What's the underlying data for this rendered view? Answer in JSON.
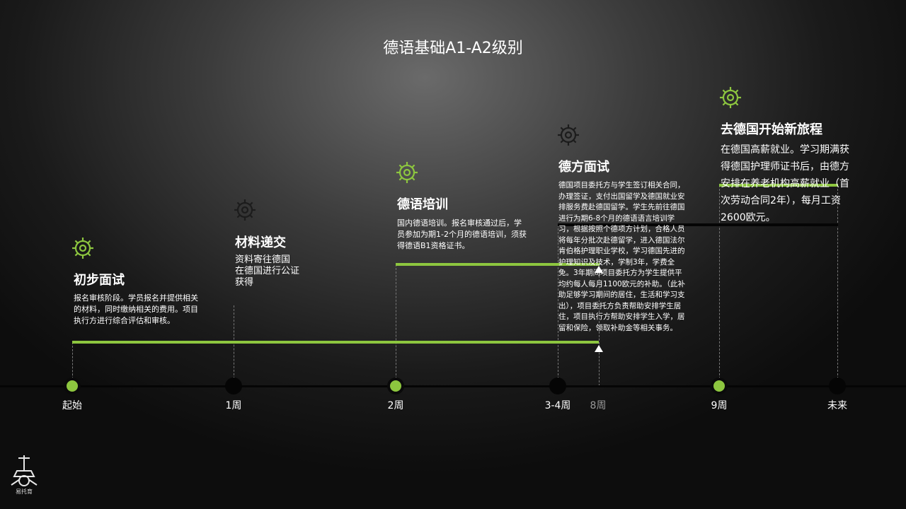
{
  "title": "德语基础A1-A2级别",
  "colors": {
    "accent": "#8dc63f",
    "gear_dark": "#1c1c1c",
    "axis": "#050505"
  },
  "timeline": {
    "ticks": [
      "起始",
      "1周",
      "2周",
      "3-4周",
      "8周",
      "9周",
      "未来"
    ]
  },
  "steps": [
    {
      "icon": "gear-icon",
      "heading": "初步面试",
      "desc": "报名审核阶段。学员报名并提供相关的材料，同时缴纳相关的费用。项目执行方进行综合评估和审核。"
    },
    {
      "icon": "gear-icon",
      "heading": "材料递交",
      "desc_lines": [
        "资料寄往德国",
        "在德国进行公证",
        "获得"
      ]
    },
    {
      "icon": "gear-icon",
      "heading": "德语培训",
      "desc": "国内德语培训。报名审核通过后，学员参加为期1-2个月的德语培训，须获得德语B1资格证书。"
    },
    {
      "icon": "gear-icon",
      "heading": "德方面试",
      "desc": "德国项目委托方与学生签订相关合同，办理签证，支付出国留学及德国就业安排服务费赴德国留学。学生先前往德国进行为期6-8个月的德语语言培训学习，根据按照个德项方计划，合格人员将每年分批次赴德留学，进入德国法尔肯伯格护理职业学校，学习德国先进的护理知识及技术，学制3年，学费全免。3年期间项目委托方为学生提供平均约每人每月1100欧元的补助。（此补助足够学习期间的居住，生活和学习支出），项目委托方负责帮助安排学生居住，项目执行方帮助安排学生入学，居留和保险，领取补助金等相关事务。"
    },
    {
      "icon": "gear-icon",
      "heading": "去德国开始新旅程",
      "desc": "在德国高薪就业。学习期满获得德国护理师证书后，由德方安排在养老机构高薪就业（首次劳动合同2年），每月工资2600欧元。"
    }
  ],
  "logo": {
    "icon": "company-logo-icon",
    "text": "易托育"
  }
}
